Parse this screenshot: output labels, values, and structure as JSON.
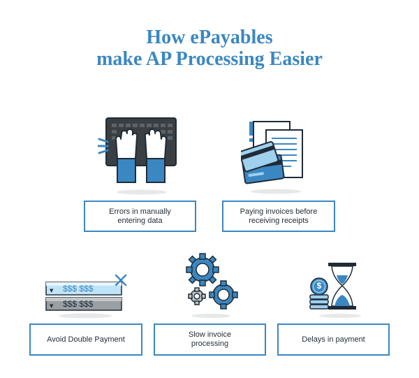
{
  "title": {
    "line1": "How ePayables",
    "line2": "make AP Processing Easier"
  },
  "items": [
    {
      "label_lines": [
        "Errors in manually",
        "entering data"
      ],
      "icon": "typing-laptop-icon"
    },
    {
      "label_lines": [
        "Paying invoices before",
        "receiving receipts"
      ],
      "icon": "invoice-credit-card-icon"
    },
    {
      "label_lines": [
        "Avoid Double Payment"
      ],
      "icon": "duplicate-payment-icon"
    },
    {
      "label_lines": [
        "Slow invoice",
        "processing"
      ],
      "icon": "gears-icon"
    },
    {
      "label_lines": [
        "Delays in payment"
      ],
      "icon": "hourglass-coins-icon"
    }
  ],
  "duplicate_payment": {
    "top_amount": "$$$ $$$",
    "bottom_amount": "$$$ $$$"
  },
  "coin_symbol": "$",
  "colors": {
    "accent": "#3b87c2",
    "dark": "#1f2b36",
    "light_blue": "#9fd0ee"
  }
}
